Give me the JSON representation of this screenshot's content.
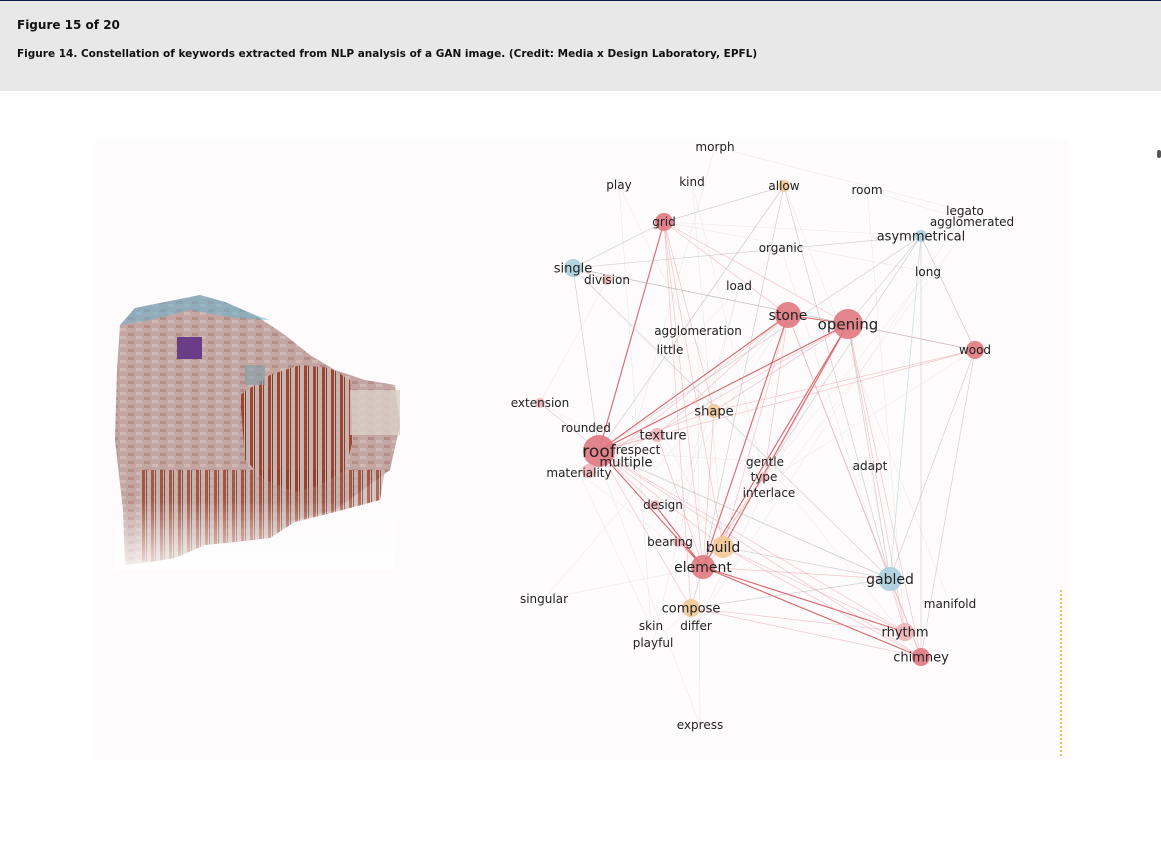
{
  "header": {
    "counter": "Figure 15 of 20",
    "caption": "Figure 14. Constellation of keywords extracted from NLP analysis of a GAN image. (Credit: Media x Design Laboratory, EPFL)"
  },
  "figure": {
    "colors": {
      "red": "#e07880",
      "orange": "#f2c895",
      "blue": "#a9cfdd",
      "pink": "#f0b3b8"
    },
    "nodes": [
      {
        "id": "morph",
        "label": "morph",
        "size": 0,
        "color": "none"
      },
      {
        "id": "play",
        "label": "play",
        "size": 0,
        "color": "none"
      },
      {
        "id": "kind",
        "label": "kind",
        "size": 0,
        "color": "none"
      },
      {
        "id": "allow",
        "label": "allow",
        "size": 6,
        "color": "orange"
      },
      {
        "id": "room",
        "label": "room",
        "size": 0,
        "color": "none"
      },
      {
        "id": "legato",
        "label": "legato",
        "size": 0,
        "color": "none"
      },
      {
        "id": "agglomerated",
        "label": "agglomerated",
        "size": 0,
        "color": "none"
      },
      {
        "id": "asymmetrical",
        "label": "asymmetrical",
        "size": 6,
        "color": "blue"
      },
      {
        "id": "grid",
        "label": "grid",
        "size": 9,
        "color": "red"
      },
      {
        "id": "organic",
        "label": "organic",
        "size": 0,
        "color": "none"
      },
      {
        "id": "single",
        "label": "single",
        "size": 9,
        "color": "blue"
      },
      {
        "id": "division",
        "label": "division",
        "size": 5,
        "color": "pink"
      },
      {
        "id": "long",
        "label": "long",
        "size": 0,
        "color": "none"
      },
      {
        "id": "load",
        "label": "load",
        "size": 0,
        "color": "none"
      },
      {
        "id": "stone",
        "label": "stone",
        "size": 13,
        "color": "red"
      },
      {
        "id": "opening",
        "label": "opening",
        "size": 15,
        "color": "red"
      },
      {
        "id": "agglomeration",
        "label": "agglomeration",
        "size": 0,
        "color": "none"
      },
      {
        "id": "little",
        "label": "little",
        "size": 0,
        "color": "none"
      },
      {
        "id": "wood",
        "label": "wood",
        "size": 9,
        "color": "red"
      },
      {
        "id": "extension",
        "label": "extension",
        "size": 5,
        "color": "pink"
      },
      {
        "id": "shape",
        "label": "shape",
        "size": 7,
        "color": "orange"
      },
      {
        "id": "rounded",
        "label": "rounded",
        "size": 0,
        "color": "none"
      },
      {
        "id": "texture",
        "label": "texture",
        "size": 7,
        "color": "pink"
      },
      {
        "id": "roof",
        "label": "roof",
        "size": 16,
        "color": "red"
      },
      {
        "id": "respect",
        "label": "respect",
        "size": 0,
        "color": "none"
      },
      {
        "id": "multiple",
        "label": "multiple",
        "size": 0,
        "color": "none"
      },
      {
        "id": "materiality",
        "label": "materiality",
        "size": 7,
        "color": "pink"
      },
      {
        "id": "gentle",
        "label": "gentle",
        "size": 0,
        "color": "none"
      },
      {
        "id": "type",
        "label": "type",
        "size": 5,
        "color": "pink"
      },
      {
        "id": "interlace",
        "label": "interlace",
        "size": 0,
        "color": "none"
      },
      {
        "id": "adapt",
        "label": "adapt",
        "size": 0,
        "color": "none"
      },
      {
        "id": "design",
        "label": "design",
        "size": 5,
        "color": "pink"
      },
      {
        "id": "bearing",
        "label": "bearing",
        "size": 5,
        "color": "pink"
      },
      {
        "id": "build",
        "label": "build",
        "size": 11,
        "color": "orange"
      },
      {
        "id": "element",
        "label": "element",
        "size": 12,
        "color": "red"
      },
      {
        "id": "gabled",
        "label": "gabled",
        "size": 12,
        "color": "blue"
      },
      {
        "id": "singular",
        "label": "singular",
        "size": 0,
        "color": "none"
      },
      {
        "id": "manifold",
        "label": "manifold",
        "size": 0,
        "color": "none"
      },
      {
        "id": "compose",
        "label": "compose",
        "size": 9,
        "color": "orange"
      },
      {
        "id": "skin",
        "label": "skin",
        "size": 0,
        "color": "none"
      },
      {
        "id": "differ",
        "label": "differ",
        "size": 0,
        "color": "none"
      },
      {
        "id": "rhythm",
        "label": "rhythm",
        "size": 9,
        "color": "pink"
      },
      {
        "id": "playful",
        "label": "playful",
        "size": 0,
        "color": "none"
      },
      {
        "id": "chimney",
        "label": "chimney",
        "size": 9,
        "color": "red"
      },
      {
        "id": "express",
        "label": "express",
        "size": 0,
        "color": "none"
      }
    ],
    "edges": [
      [
        "roof",
        "opening",
        "red"
      ],
      [
        "roof",
        "stone",
        "red"
      ],
      [
        "roof",
        "grid",
        "red"
      ],
      [
        "roof",
        "wood",
        "pink"
      ],
      [
        "roof",
        "gabled",
        "gray"
      ],
      [
        "roof",
        "element",
        "red"
      ],
      [
        "roof",
        "build",
        "pink"
      ],
      [
        "roof",
        "chimney",
        "pink"
      ],
      [
        "roof",
        "rhythm",
        "pink"
      ],
      [
        "roof",
        "shape",
        "pink"
      ],
      [
        "roof",
        "texture",
        "pink"
      ],
      [
        "roof",
        "single",
        "gray"
      ],
      [
        "roof",
        "compose",
        "pink"
      ],
      [
        "roof",
        "design",
        "pink"
      ],
      [
        "roof",
        "allow",
        "gray"
      ],
      [
        "roof",
        "asymmetrical",
        "gray"
      ],
      [
        "opening",
        "stone",
        "red"
      ],
      [
        "opening",
        "wood",
        "pink"
      ],
      [
        "opening",
        "element",
        "red"
      ],
      [
        "opening",
        "build",
        "red"
      ],
      [
        "opening",
        "gabled",
        "gray"
      ],
      [
        "opening",
        "chimney",
        "pink"
      ],
      [
        "opening",
        "rhythm",
        "pink"
      ],
      [
        "opening",
        "grid",
        "pink"
      ],
      [
        "opening",
        "single",
        "gray"
      ],
      [
        "opening",
        "asymmetrical",
        "gray"
      ],
      [
        "opening",
        "type",
        "pink"
      ],
      [
        "opening",
        "shape",
        "pink"
      ],
      [
        "stone",
        "element",
        "red"
      ],
      [
        "stone",
        "build",
        "pink"
      ],
      [
        "stone",
        "gabled",
        "gray"
      ],
      [
        "stone",
        "grid",
        "pink"
      ],
      [
        "stone",
        "chimney",
        "pink"
      ],
      [
        "stone",
        "texture",
        "pink"
      ],
      [
        "stone",
        "type",
        "pink"
      ],
      [
        "element",
        "gabled",
        "pink"
      ],
      [
        "element",
        "chimney",
        "red"
      ],
      [
        "element",
        "rhythm",
        "red"
      ],
      [
        "element",
        "build",
        "pink"
      ],
      [
        "element",
        "grid",
        "pink"
      ],
      [
        "element",
        "compose",
        "pink"
      ],
      [
        "element",
        "texture",
        "pink"
      ],
      [
        "build",
        "gabled",
        "gray"
      ],
      [
        "build",
        "rhythm",
        "pink"
      ],
      [
        "build",
        "chimney",
        "pink"
      ],
      [
        "build",
        "grid",
        "pink"
      ],
      [
        "gabled",
        "asymmetrical",
        "blue"
      ],
      [
        "gabled",
        "single",
        "gray"
      ],
      [
        "gabled",
        "wood",
        "gray"
      ],
      [
        "gabled",
        "chimney",
        "pink"
      ],
      [
        "gabled",
        "rhythm",
        "pink"
      ],
      [
        "gabled",
        "compose",
        "gray"
      ],
      [
        "gabled",
        "allow",
        "gray"
      ],
      [
        "grid",
        "single",
        "gray"
      ],
      [
        "grid",
        "allow",
        "gray"
      ],
      [
        "grid",
        "shape",
        "pink"
      ],
      [
        "grid",
        "compose",
        "pink"
      ],
      [
        "single",
        "asymmetrical",
        "gray"
      ],
      [
        "single",
        "division",
        "pink"
      ],
      [
        "single",
        "wood",
        "gray"
      ],
      [
        "wood",
        "asymmetrical",
        "gray"
      ],
      [
        "wood",
        "chimney",
        "gray"
      ],
      [
        "wood",
        "shape",
        "pink"
      ],
      [
        "compose",
        "chimney",
        "pink"
      ],
      [
        "compose",
        "rhythm",
        "pink"
      ],
      [
        "extension",
        "roof",
        "gray"
      ],
      [
        "materiality",
        "opening",
        "pink"
      ],
      [
        "materiality",
        "stone",
        "pink"
      ],
      [
        "shape",
        "element",
        "pink"
      ],
      [
        "design",
        "element",
        "red"
      ],
      [
        "bearing",
        "element",
        "pink"
      ],
      [
        "allow",
        "element",
        "gray"
      ],
      [
        "asymmetrical",
        "chimney",
        "gray"
      ],
      [
        "asymmetrical",
        "element",
        "gray"
      ],
      [
        "type",
        "element",
        "pink"
      ]
    ]
  }
}
